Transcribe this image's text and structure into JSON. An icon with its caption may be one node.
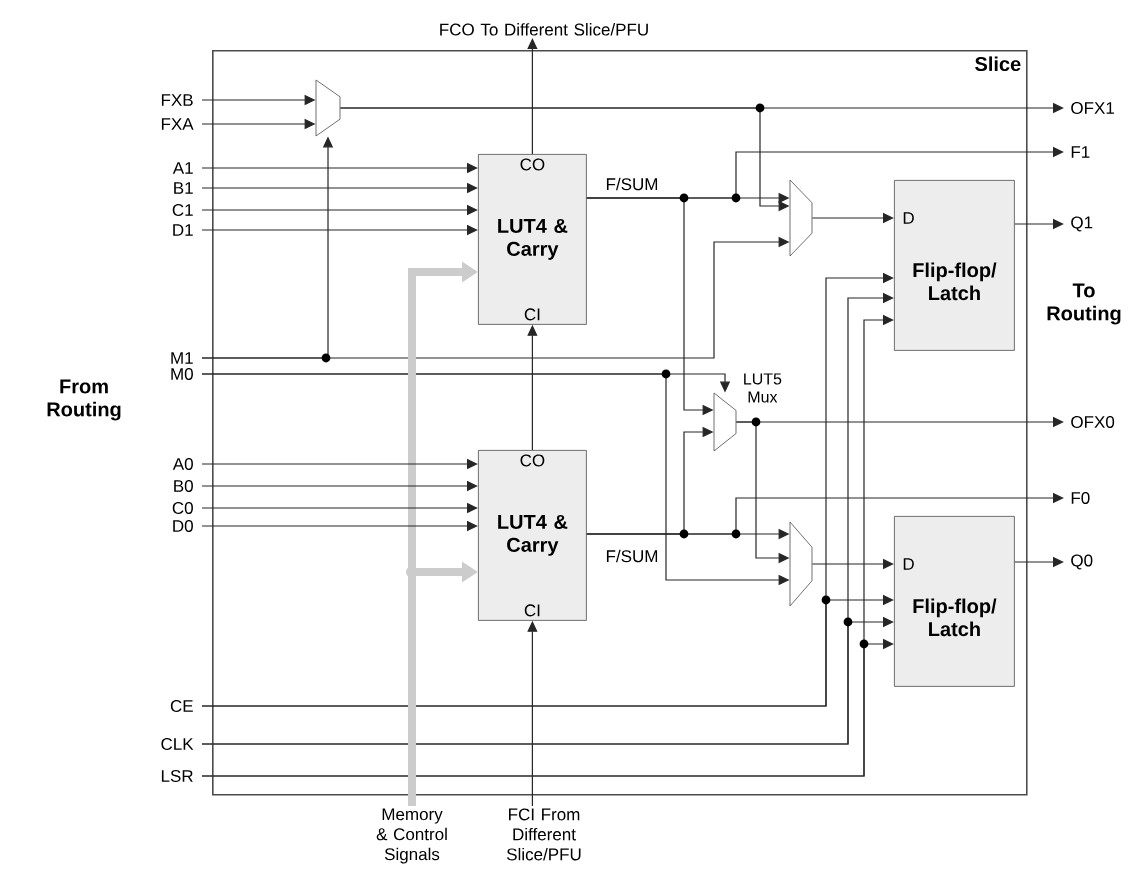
{
  "diagram": {
    "nodes": [
      {
        "text": [
          "Slice"
        ]
      },
      {
        "text": [
          "CO",
          "LUT4 & Carry",
          "CI"
        ],
        "in": 0
      },
      {
        "text": [
          "CO",
          "LUT4 & Carry",
          "CI"
        ],
        "in": 0
      },
      {
        "text": [
          "D",
          "Flip-flop/ Latch"
        ],
        "in": 0
      },
      {
        "text": [
          "D",
          "Flip-flop/ Latch"
        ],
        "in": 0
      },
      {
        "text": [],
        "shape": "trapezoid",
        "in": 0
      },
      {
        "text": [],
        "shape": "trapezoid",
        "in": 0
      },
      {
        "text": [],
        "shape": "trapezoid",
        "in": 0,
        "beside": [
          "LUT5 Mux"
        ]
      },
      {
        "text": [],
        "shape": "trapezoid",
        "in": 0
      },
      {
        "text": [
          "FXB"
        ]
      },
      {
        "text": [
          "FXA"
        ]
      },
      {
        "text": [
          "A1"
        ]
      },
      {
        "text": [
          "B1"
        ]
      },
      {
        "text": [
          "C1"
        ]
      },
      {
        "text": [
          "D1"
        ]
      },
      {
        "text": [
          "M1"
        ]
      },
      {
        "text": [
          "M0"
        ]
      },
      {
        "text": [
          "A0"
        ]
      },
      {
        "text": [
          "B0"
        ]
      },
      {
        "text": [
          "C0"
        ]
      },
      {
        "text": [
          "D0"
        ]
      },
      {
        "text": [
          "CE"
        ]
      },
      {
        "text": [
          "CLK"
        ]
      },
      {
        "text": [
          "LSR"
        ]
      },
      {
        "text": [
          "OFX1"
        ]
      },
      {
        "text": [
          "F1"
        ]
      },
      {
        "text": [
          "Q1"
        ]
      },
      {
        "text": [
          "OFX0"
        ]
      },
      {
        "text": [
          "F0"
        ]
      },
      {
        "text": [
          "Q0"
        ]
      },
      {
        "text": [
          "FCO To Different Slice/PFU"
        ]
      },
      {
        "text": [
          "Memory & Control Signals"
        ]
      },
      {
        "text": [
          "FCI From Different Slice/PFU"
        ]
      }
    ],
    "edges": [
      {
        "from": 9,
        "to": 5,
        "arrow": "to"
      },
      {
        "from": 10,
        "to": 5,
        "arrow": "to"
      },
      {
        "from": 11,
        "to": 1,
        "arrow": "to"
      },
      {
        "from": 12,
        "to": 1,
        "arrow": "to"
      },
      {
        "from": 13,
        "to": 1,
        "arrow": "to"
      },
      {
        "from": 14,
        "to": 1,
        "arrow": "to"
      },
      {
        "from": 15,
        "to": 5,
        "arrow": "to"
      },
      {
        "from": 15,
        "to": 6,
        "arrow": "to"
      },
      {
        "from": 16,
        "to": 7,
        "arrow": "to"
      },
      {
        "from": 16,
        "to": 8,
        "arrow": "to"
      },
      {
        "from": 1,
        "to": 6,
        "arrow": "to",
        "label": "F/SUM"
      },
      {
        "from": 1,
        "to": 7,
        "arrow": "to"
      },
      {
        "from": 1,
        "to": 25,
        "arrow": "to"
      },
      {
        "from": 5,
        "to": 24,
        "arrow": "to"
      },
      {
        "from": 5,
        "to": 6,
        "arrow": "to"
      },
      {
        "from": 7,
        "to": 27,
        "arrow": "to"
      },
      {
        "from": 7,
        "to": 8,
        "arrow": "to"
      },
      {
        "from": 2,
        "to": 7,
        "arrow": "to"
      },
      {
        "from": 2,
        "to": 8,
        "arrow": "to",
        "label": "F/SUM"
      },
      {
        "from": 2,
        "to": 28,
        "arrow": "to"
      },
      {
        "from": 6,
        "to": 3,
        "arrow": "to"
      },
      {
        "from": 8,
        "to": 4,
        "arrow": "to"
      },
      {
        "from": 3,
        "to": 26,
        "arrow": "to"
      },
      {
        "from": 4,
        "to": 29,
        "arrow": "to"
      },
      {
        "from": 21,
        "to": 3,
        "arrow": "to"
      },
      {
        "from": 21,
        "to": 4,
        "arrow": "to"
      },
      {
        "from": 22,
        "to": 3,
        "arrow": "to"
      },
      {
        "from": 22,
        "to": 4,
        "arrow": "to"
      },
      {
        "from": 23,
        "to": 3,
        "arrow": "to"
      },
      {
        "from": 23,
        "to": 4,
        "arrow": "to"
      },
      {
        "from": 1,
        "to": 30,
        "arrow": "to"
      },
      {
        "from": 32,
        "to": 2,
        "arrow": "to"
      },
      {
        "from": 2,
        "to": 1,
        "arrow": "to"
      },
      {
        "from": 31,
        "to": 1,
        "arrow": "to",
        "style": "thick",
        "color": "#cccccc"
      },
      {
        "from": 31,
        "to": 2,
        "arrow": "to",
        "style": "thick",
        "color": "#cccccc"
      },
      {
        "from": 17,
        "to": 2,
        "arrow": "to"
      },
      {
        "from": 18,
        "to": 2,
        "arrow": "to"
      },
      {
        "from": 19,
        "to": 2,
        "arrow": "to"
      },
      {
        "from": 20,
        "to": 2,
        "arrow": "to"
      }
    ],
    "labels": [
      "From Routing",
      "To Routing"
    ]
  }
}
